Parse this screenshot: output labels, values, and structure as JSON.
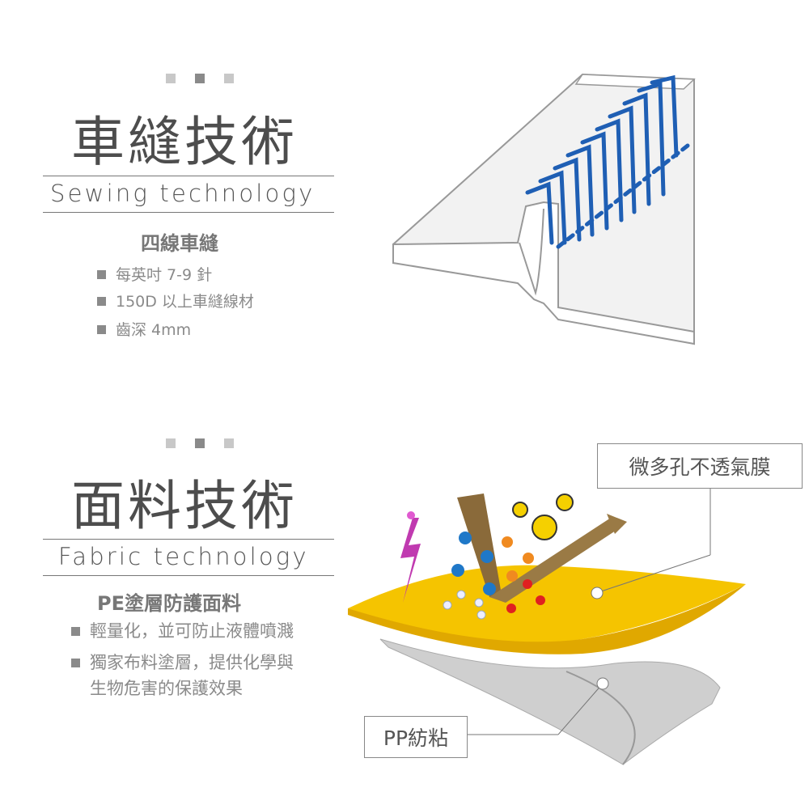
{
  "sewing": {
    "title": "車縫技術",
    "english": "Sewing technology",
    "subtitle": "四線車縫",
    "bullets": [
      "每英吋 7-9 針",
      "150D 以上車縫線材",
      "齒深 4mm"
    ]
  },
  "fabric": {
    "title": "面料技術",
    "english": "Fabric technology",
    "subtitle": "PE塗層防護面料",
    "bullets": [
      "輕量化，並可防止液體噴濺",
      "獨家布料塗層，提供化學與",
      "生物危害的保護效果"
    ],
    "label_membrane": "微多孔不透氣膜",
    "label_pp": "PP紡粘"
  },
  "colors": {
    "stitch": "#1f5fb4",
    "yellow": "#f5c400",
    "gray_layer": "#c9c9c9"
  }
}
